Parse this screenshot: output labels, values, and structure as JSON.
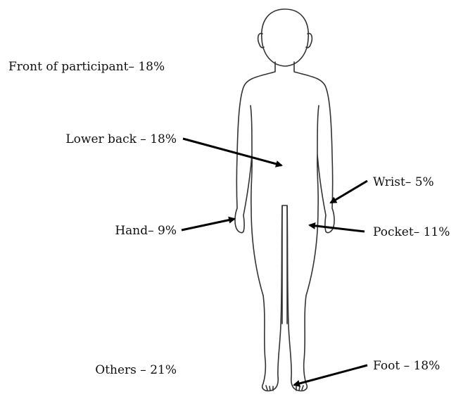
{
  "labels": {
    "front": "Front of participant– 18%",
    "lower_back": "Lower back – 18%",
    "hand": "Hand– 9%",
    "others": "Others – 21%",
    "wrist": "Wrist– 5%",
    "pocket": "Pocket– 11%",
    "foot": "Foot – 18%"
  },
  "chart_data": {
    "type": "table",
    "categories": [
      "Front of participant",
      "Lower back",
      "Hand",
      "Others",
      "Wrist",
      "Pocket",
      "Foot"
    ],
    "values": [
      18,
      18,
      9,
      21,
      5,
      11,
      18
    ],
    "unit": "%"
  },
  "colors": {
    "outline": "#333333",
    "arrow": "#000000",
    "text": "#111111",
    "background": "#ffffff"
  }
}
